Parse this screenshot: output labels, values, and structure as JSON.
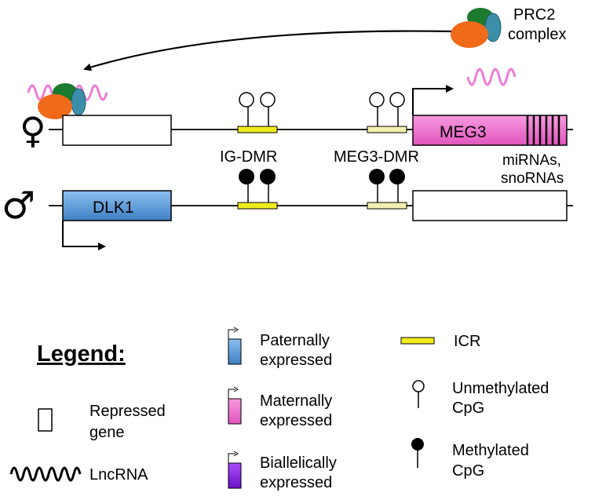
{
  "complex": {
    "line1": "PRC2",
    "line2": "complex"
  },
  "genes": {
    "meg3": "MEG3",
    "dlk1": "DLK1",
    "mirna_line1": "miRNAs,",
    "mirna_line2": "snoRNAs"
  },
  "dmrs": {
    "ig": "IG-DMR",
    "meg3": "MEG3-DMR"
  },
  "legend": {
    "title": "Legend:",
    "repressed_1": "Repressed",
    "repressed_2": "gene",
    "lncrna": "LncRNA",
    "paternal_1": "Paternally",
    "paternal_2": "expressed",
    "maternal_1": "Maternally",
    "maternal_2": "expressed",
    "biallelic_1": "Biallelically",
    "biallelic_2": "expressed",
    "icr": "ICR",
    "unmeth_1": "Unmethylated",
    "unmeth_2": "CpG",
    "meth_1": "Methylated",
    "meth_2": "CpG"
  },
  "colors": {
    "paternal": "#5b9ad8",
    "maternal": "#f06ec8",
    "biallelic": "#8a1ee6",
    "icr": "#f0ec1e",
    "icr_light": "#f3efb0",
    "lncrna": "#f07ad8",
    "orange": "#f06a1a",
    "green": "#1a7a2e",
    "teal": "#3b8fa8"
  }
}
